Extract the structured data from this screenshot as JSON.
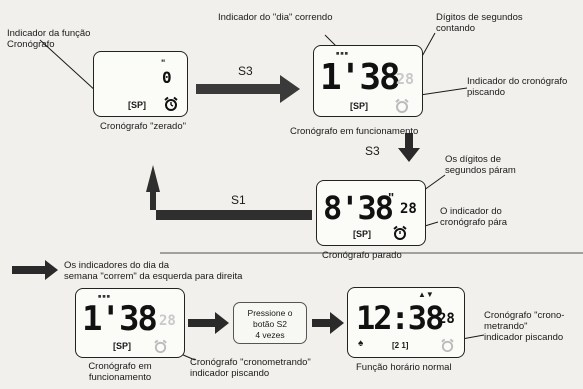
{
  "labels": {
    "indicador_funcao": "Indicador da função",
    "cronografo": "Cronógrafo",
    "indicador_dia": "Indicador do \"dia\" correndo",
    "digitos_seg_1": "Dígitos de segundos",
    "digitos_seg_2": "contando",
    "ind_crono_pisc_1": "Indicador do cronógrafo",
    "ind_crono_pisc_2": "piscando",
    "crono_zerado": "Cronógrafo \"zerado\"",
    "crono_funcionamento": "Cronógrafo em funcionamento",
    "digitos_param_1": "Os dígitos de",
    "digitos_param_2": "segundos páram",
    "ind_crono_para_1": "O indicador do",
    "ind_crono_para_2": "cronógrafo pára",
    "crono_parado": "Cronógrafo parado",
    "dias_correm_1": "Os indicadores do dia da",
    "dias_correm_2": "semana \"correm\" da esquerda para direita",
    "crono_em_1": "Cronógrafo em",
    "crono_em_2": "funcionamento",
    "cronometrando_pisc_1": "Cronógrafo \"cronometrando\"",
    "cronometrando_pisc_2": "indicador piscando",
    "pressione_1": "Pressione o",
    "pressione_2": "botão S2",
    "pressione_3": "4 vezes",
    "funcao_horario": "Função horário normal",
    "crono_metrando_1": "Cronógrafo \"crono-",
    "crono_metrando_2": "metrando\"",
    "crono_metrando_3": "indicador piscando"
  },
  "buttons": {
    "s3_top": "S3",
    "s3_right": "S3",
    "s1": "S1"
  },
  "displays": {
    "zeroed": {
      "digit": "0",
      "tick": "\"",
      "mode": "[SP]"
    },
    "running": {
      "main": "1'38",
      "tick": "\"",
      "seconds": "28",
      "mode": "[SP]"
    },
    "stopped": {
      "main": "8'38",
      "tick": "\"",
      "seconds": "28",
      "mode": "[SP]"
    },
    "running2": {
      "main": "1'38",
      "tick": "\"",
      "seconds": "28",
      "mode": "[SP]"
    },
    "normal": {
      "main": "12:38",
      "seconds": "28",
      "mode": "[2 1]"
    }
  },
  "icons": {
    "alarm": "alarm-clock-icon",
    "arrow": "arrow-icon"
  },
  "colors": {
    "arrow": "#3a3a3a",
    "lcd_border": "#222222",
    "faint": "#c9c9c9"
  }
}
